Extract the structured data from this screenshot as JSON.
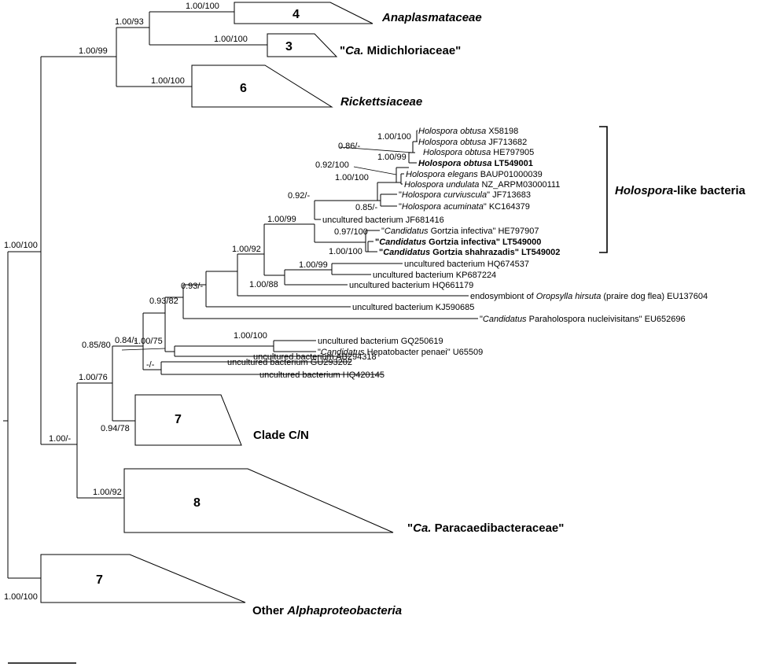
{
  "supports": {
    "root_upper": "1.00/100",
    "rick_group": "1.00/99",
    "ana_mid": "1.00/93",
    "anaplasma": "1.00/100",
    "midichloria": "1.00/100",
    "rickettsia": "1.00/100",
    "upper_main": "1.00/-",
    "hol_cladeCN": "1.00/76",
    "paracaedi": "1.00/92",
    "big_85": "0.85/80",
    "n_84": "0.84/-",
    "n_100_75": "1.00/75",
    "n_93_82": "0.93/82",
    "n_93": "0.93/-",
    "n_100_92": "1.00/92",
    "n_100_99_a": "1.00/99",
    "n_92": "0.92/-",
    "n_100_100_a": "1.00/100",
    "n_92_100": "0.92/100",
    "n_86": "0.86/-",
    "n_100_100_b": "1.00/100",
    "n_100_99_b": "1.00/99",
    "n_85": "0.85/-",
    "n_97_100": "0.97/100",
    "n_100_100_c": "1.00/100",
    "n_100_99_c": "1.00/99",
    "n_100_88": "1.00/88",
    "n_100_100_d": "1.00/100",
    "n_minus": "-/-",
    "cladeCN_inner": "0.94/78",
    "other_alpha": "1.00/100"
  },
  "clades": {
    "anaplasma": {
      "count": "4",
      "name": "Anaplasmataceae"
    },
    "midichloria": {
      "count": "3",
      "prefix": "\"",
      "name_italic": "Ca.",
      "name_rest": " Midichloriaceae\""
    },
    "rickettsia": {
      "count": "6",
      "name": "Rickettsiaceae"
    },
    "cladeCN": {
      "count": "7",
      "name": "Clade C/N"
    },
    "paracaedi": {
      "count": "8",
      "prefix": "\"",
      "name_italic": "Ca.",
      "name_rest": " Paracaedibacteraceae\""
    },
    "other": {
      "count": "7",
      "name_plain": "Other ",
      "name_italic": "Alphaproteobacteria"
    }
  },
  "holospora_label": {
    "italic": "Holospora",
    "rest": "-like bacteria"
  },
  "tips": {
    "t1": {
      "italic": "Holospora obtusa",
      "acc": "X58198"
    },
    "t2": {
      "italic": "Holospora obtusa",
      "acc": "JF713682"
    },
    "t3": {
      "italic": "Holospora obtusa",
      "acc": "HE797905"
    },
    "t4": {
      "italic": "Holospora obtusa",
      "acc": "LT549001"
    },
    "t5": {
      "italic": "Holospora elegans",
      "acc": "BAUP01000039"
    },
    "t6": {
      "italic": "Holospora undulata",
      "acc": "NZ_ARPM03000111"
    },
    "t7": {
      "pre": "\"",
      "italic": "Holospora curviuscula",
      "post": "\"",
      "acc": "JF713683"
    },
    "t8": {
      "pre": "\"",
      "italic": "Holospora acuminata",
      "post": "\"",
      "acc": "KC164379"
    },
    "t9": {
      "plain": "uncultured bacterium",
      "acc": "JF681416"
    },
    "t10": {
      "pre": "\"",
      "italic": "Candidatus",
      "post": " Gortzia infectiva\"",
      "acc": "HE797907"
    },
    "t11": {
      "pre": "\"",
      "italic": "Candidatus",
      "post": " Gortzia infectiva\"",
      "acc": "LT549000"
    },
    "t12": {
      "pre": "\"",
      "italic": "Candidatus",
      "post": " Gortzia shahrazadis\"",
      "acc": "LT549002"
    },
    "t13": {
      "plain": "uncultured bacterium",
      "acc": "HQ674537"
    },
    "t14": {
      "plain": "uncultured bacterium",
      "acc": "KP687224"
    },
    "t15": {
      "plain": "uncultured bacterium",
      "acc": "HQ661179"
    },
    "t16": {
      "pre": "endosymbiont of ",
      "italic": "Oropsylla hirsuta",
      "post": " (praire dog flea)",
      "acc": "EU137604"
    },
    "t17": {
      "plain": "uncultured bacterium",
      "acc": "KJ590685"
    },
    "t18": {
      "pre": "\"",
      "italic": "Candidatus",
      "post": " Paraholospora nucleivisitans\"",
      "acc": "EU652696"
    },
    "t19": {
      "plain": "uncultured bacterium",
      "acc": "GQ250619"
    },
    "t20": {
      "pre": "\"",
      "italic": "Candidatus",
      "post": " Hepatobacter penaei\"",
      "acc": "U65509"
    },
    "t21": {
      "plain": "uncultured bacterium",
      "acc": "AB294318"
    },
    "t22": {
      "plain": "uncultured bacterium",
      "acc": "GU293202"
    },
    "t23": {
      "plain": "uncultured bacterium",
      "acc": "HQ420145"
    }
  }
}
